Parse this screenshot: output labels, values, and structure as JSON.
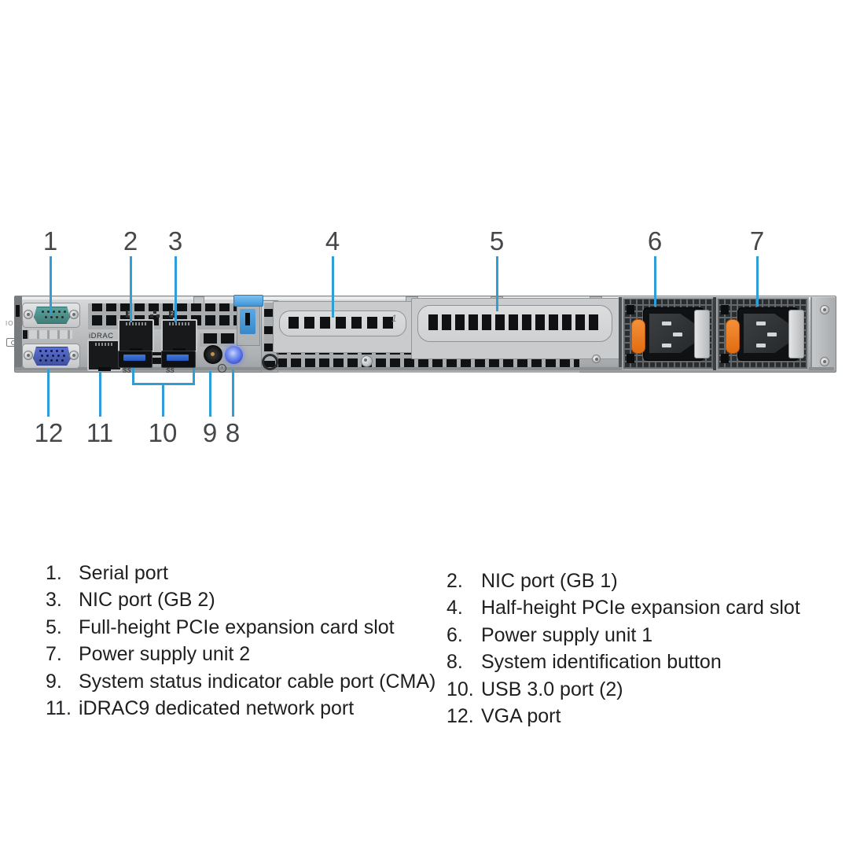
{
  "callouts": {
    "top": [
      "1",
      "2",
      "3",
      "4",
      "5",
      "6",
      "7"
    ],
    "bottom": [
      "12",
      "11",
      "10",
      "9",
      "8"
    ]
  },
  "panel_labels": {
    "serial": "IOIOI",
    "idrac": "iDRAC",
    "usb": "SS",
    "nic1": "1",
    "nic2": "2",
    "riser": "1",
    "info": "i"
  },
  "legend": {
    "left": [
      {
        "num": "1.",
        "label": "Serial port"
      },
      {
        "num": "3.",
        "label": "NIC port (GB 2)"
      },
      {
        "num": "5.",
        "label": "Full-height PCIe expansion card slot"
      },
      {
        "num": "7.",
        "label": "Power supply unit 2"
      },
      {
        "num": "9.",
        "label": "System status indicator cable port (CMA)"
      },
      {
        "num": "11.",
        "label": "iDRAC9 dedicated network port"
      }
    ],
    "right": [
      {
        "num": "2.",
        "label": "NIC port (GB 1)"
      },
      {
        "num": "4.",
        "label": "Half-height PCIe expansion card slot"
      },
      {
        "num": "6.",
        "label": "Power supply unit 1"
      },
      {
        "num": "8.",
        "label": "System identification button"
      },
      {
        "num": "10.",
        "label": "USB 3.0 port (2)"
      },
      {
        "num": "12.",
        "label": "VGA port"
      }
    ]
  },
  "colors": {
    "leader_line": "#2f9ed7",
    "psu_handle_orange": "#e8762a",
    "id_button_blue": "#5b6ee8",
    "serial_teal": "#4c9894",
    "vga_blue": "#4f63c8",
    "usb_blue": "#2f6fd8",
    "latch_blue": "#4a9fe0"
  }
}
